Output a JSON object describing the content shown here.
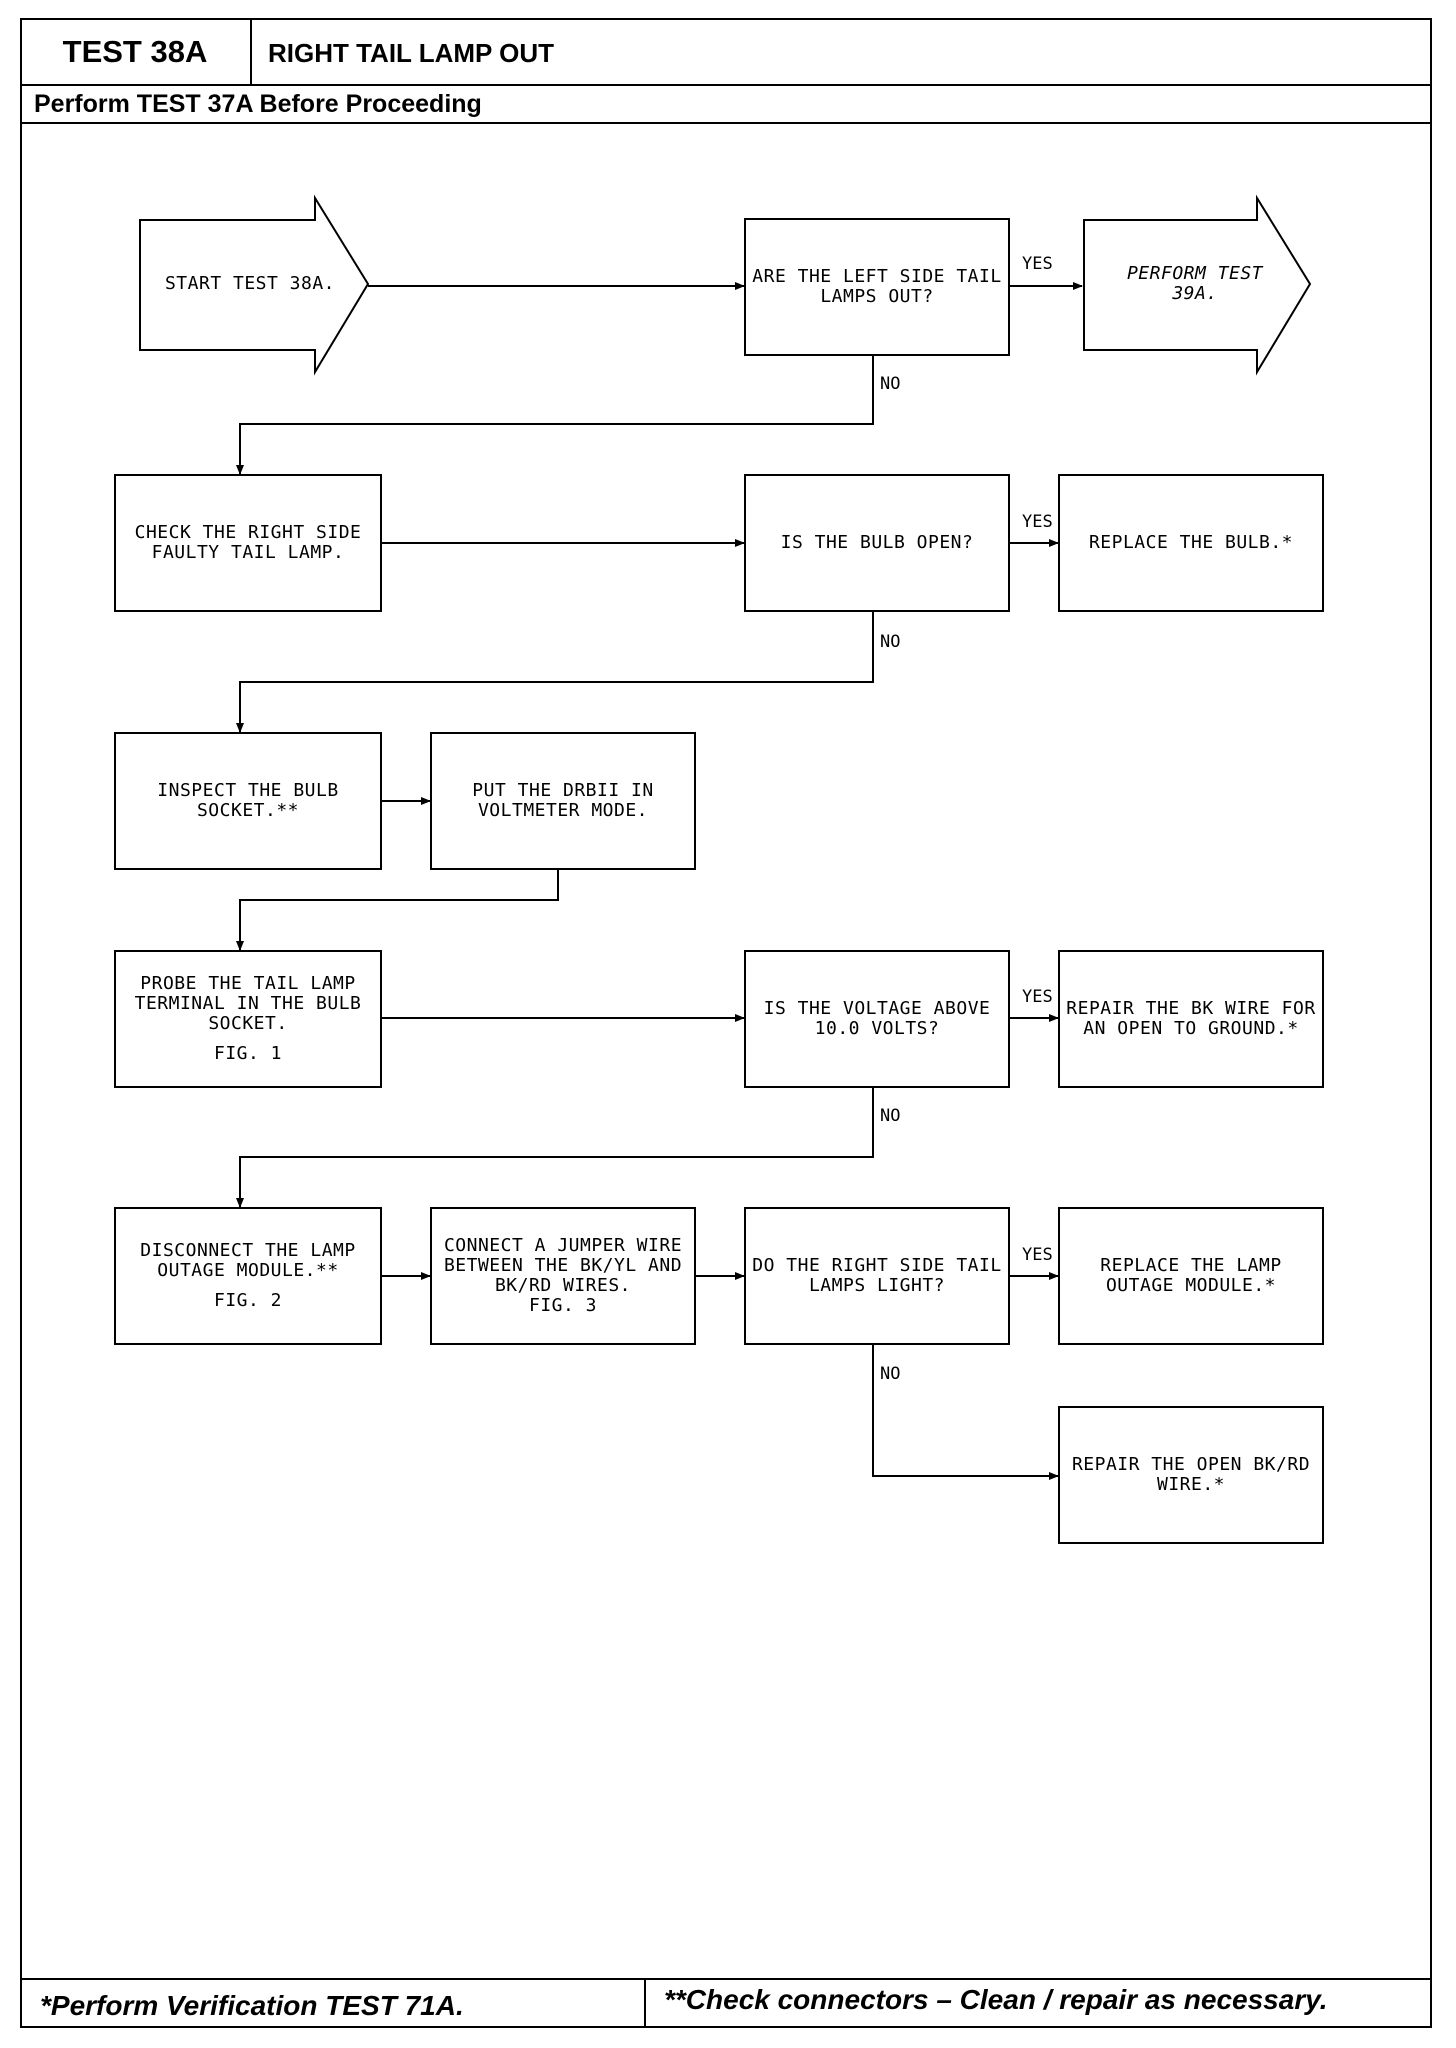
{
  "header": {
    "test_id": "TEST 38A",
    "title": "RIGHT TAIL LAMP OUT",
    "prerequisite": "Perform TEST 37A Before Proceeding"
  },
  "flow": {
    "start": "START TEST 38A.",
    "q1": "ARE THE LEFT SIDE TAIL LAMPS OUT?",
    "perform39": "PERFORM TEST 39A.",
    "check_lamp": "CHECK THE RIGHT SIDE FAULTY TAIL LAMP.",
    "q2": "IS THE BULB OPEN?",
    "replace_bulb": "REPLACE THE BULB.*",
    "inspect_socket": "INSPECT THE BULB SOCKET.**",
    "put_drb": "PUT THE DRBII IN VOLTMETER MODE.",
    "probe": "PROBE THE TAIL LAMP TERMINAL IN THE BULB SOCKET.",
    "probe_fig": "FIG. 1",
    "q3": "IS THE VOLTAGE ABOVE 10.0 VOLTS?",
    "repair_bk": "REPAIR THE BK WIRE FOR AN OPEN TO GROUND.*",
    "disconnect": "DISCONNECT THE LAMP OUTAGE MODULE.**",
    "disconnect_fig": "FIG. 2",
    "jumper": "CONNECT A JUMPER WIRE BETWEEN THE BK/YL AND BK/RD WIRES.",
    "jumper_fig": "FIG. 3",
    "q4": "DO THE RIGHT SIDE TAIL LAMPS LIGHT?",
    "replace_module": "REPLACE THE LAMP OUTAGE MODULE.*",
    "repair_open": "REPAIR THE OPEN BK/RD WIRE.*",
    "yes": "YES",
    "no": "NO"
  },
  "footer": {
    "verification": "*Perform Verification TEST 71A.",
    "connectors": "**Check connectors – Clean / repair as necessary."
  }
}
